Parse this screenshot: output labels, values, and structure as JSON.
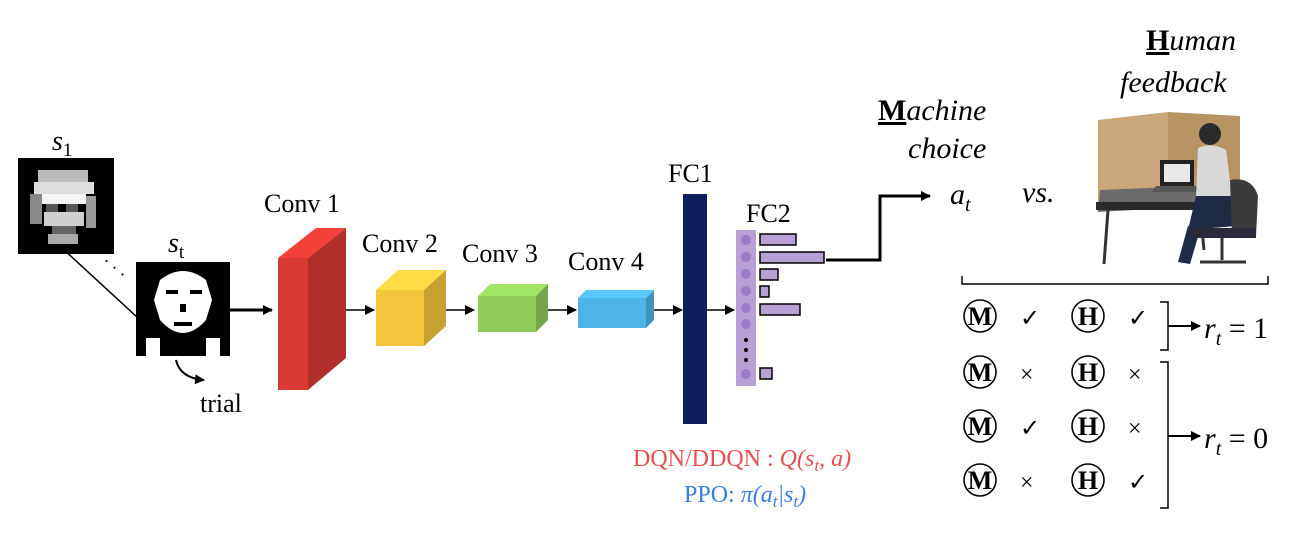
{
  "inputs": {
    "first_state": "s",
    "first_state_sub": "1",
    "current_state": "s",
    "current_state_sub": "t",
    "ellipsis": "·  ·  ·",
    "trial_label": "trial"
  },
  "layers": {
    "conv1": "Conv 1",
    "conv2": "Conv 2",
    "conv3": "Conv 3",
    "conv4": "Conv 4",
    "fc1": "FC1",
    "fc2": "FC2"
  },
  "machine": {
    "title_initial": "M",
    "title_rest": "achine",
    "title_line2": "choice",
    "action": "a",
    "action_sub": "t"
  },
  "versus": "vs.",
  "human": {
    "title_initial": "H",
    "title_rest": "uman",
    "title_line2": "feedback"
  },
  "algorithms": {
    "dqn_label": "DQN/DDQN : ",
    "dqn_formula": "Q(s",
    "dqn_formula_sub": "t",
    "dqn_formula_end": ", a)",
    "ppo_label": "PPO: ",
    "ppo_formula": "π(a",
    "ppo_formula_sub": "t",
    "ppo_formula_mid": "|s",
    "ppo_formula_sub2": "t",
    "ppo_formula_end": ")",
    "dqn_color": "#e8504f",
    "ppo_color": "#3b7fe0"
  },
  "reward_table": {
    "machine_symbol": "M",
    "human_symbol": "H",
    "rows": [
      {
        "machine_mark": "✓",
        "human_mark": "✓"
      },
      {
        "machine_mark": "×",
        "human_mark": "×"
      },
      {
        "machine_mark": "✓",
        "human_mark": "×"
      },
      {
        "machine_mark": "×",
        "human_mark": "✓"
      }
    ],
    "reward_symbol": "r",
    "reward_sub": "t",
    "reward_positive": " = 1",
    "reward_zero": " = 0"
  },
  "colors": {
    "conv1": "#d93a34",
    "conv2": "#f2c53d",
    "conv3": "#8fcc5a",
    "conv4": "#4fb3e8",
    "fc1": "#0f1f5c",
    "fc2": "#b7a0d4",
    "fc2_node": "#9c7cc8"
  }
}
